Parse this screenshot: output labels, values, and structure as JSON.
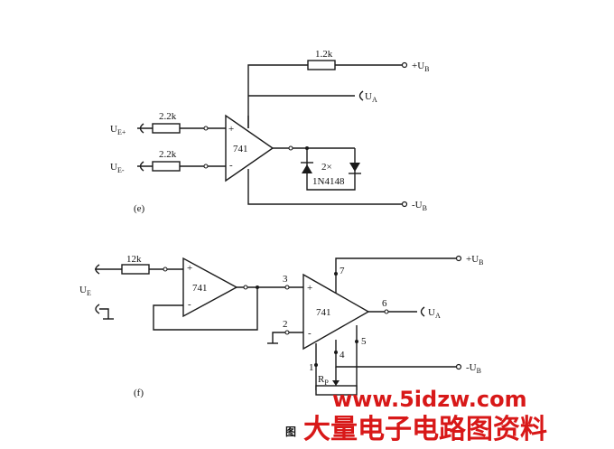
{
  "circuit_e": {
    "label": "(e)",
    "feedback_resistor": "1.2k",
    "input_resistor_plus": "2.2k",
    "input_resistor_minus": "2.2k",
    "input_plus": "U",
    "input_plus_sub": "E+",
    "input_minus": "U",
    "input_minus_sub": "E-",
    "opamp": "741",
    "plus_sign": "+",
    "minus_sign": "-",
    "supply_pos": "+U",
    "supply_pos_sub": "B",
    "supply_neg": "-U",
    "supply_neg_sub": "B",
    "output": "U",
    "output_sub": "A",
    "diode_count": "2×",
    "diode_part": "1N4148"
  },
  "circuit_f": {
    "label": "(f)",
    "input_resistor": "12k",
    "input": "U",
    "input_sub": "E",
    "opamp1": "741",
    "opamp2": "741",
    "plus_sign": "+",
    "minus_sign": "-",
    "pin3": "3",
    "pin2": "2",
    "pin7": "7",
    "pin6": "6",
    "pin4": "4",
    "pin5": "5",
    "pin1": "1",
    "trim_resistor": "R",
    "trim_resistor_sub": "P",
    "supply_pos": "+U",
    "supply_pos_sub": "B",
    "supply_neg": "-U",
    "supply_neg_sub": "B",
    "output": "U",
    "output_sub": "A"
  },
  "caption": "图",
  "watermark": {
    "site": "www.5idzw.com",
    "title": "大量电子电路图资料"
  }
}
